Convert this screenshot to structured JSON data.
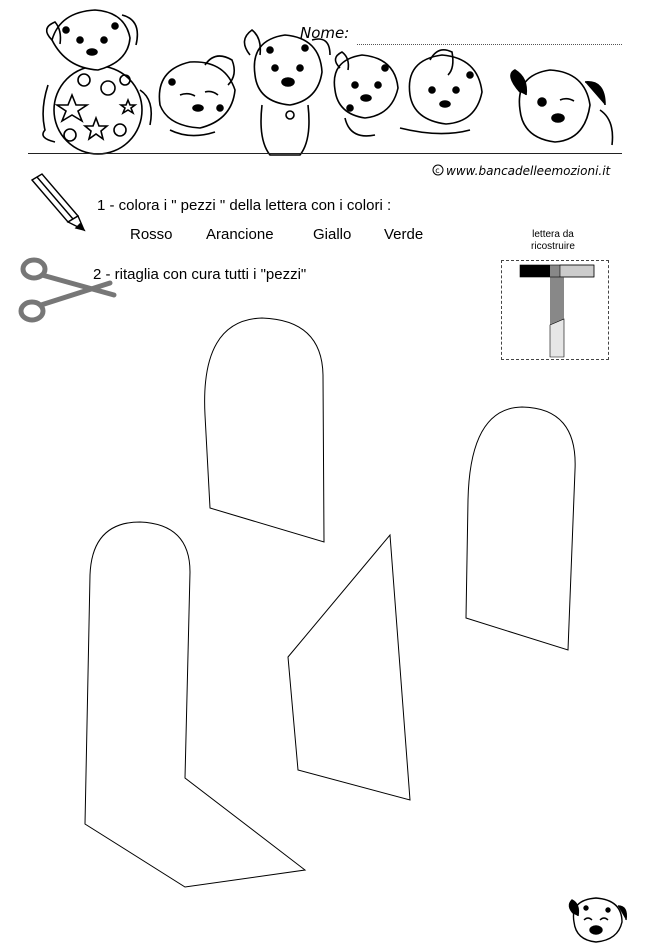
{
  "header": {
    "name_label": "Nome:",
    "website": "www.bancadelleemozioni.it"
  },
  "instructions": {
    "step1": "1 -  colora i \" pezzi \" della lettera con i colori  :",
    "colors": [
      "Rosso",
      "Arancione",
      "Giallo",
      "Verde"
    ],
    "step2": "2 - ritaglia con cura tutti i \"pezzi\""
  },
  "reference": {
    "label_line1": "lettera da",
    "label_line2": "ricostruire",
    "letter": "T"
  },
  "icons": {
    "pencil": "pencil-icon",
    "scissors": "scissors-icon",
    "puppies": "dalmatian-puppies-illustration",
    "copyright": "copyright-icon"
  }
}
